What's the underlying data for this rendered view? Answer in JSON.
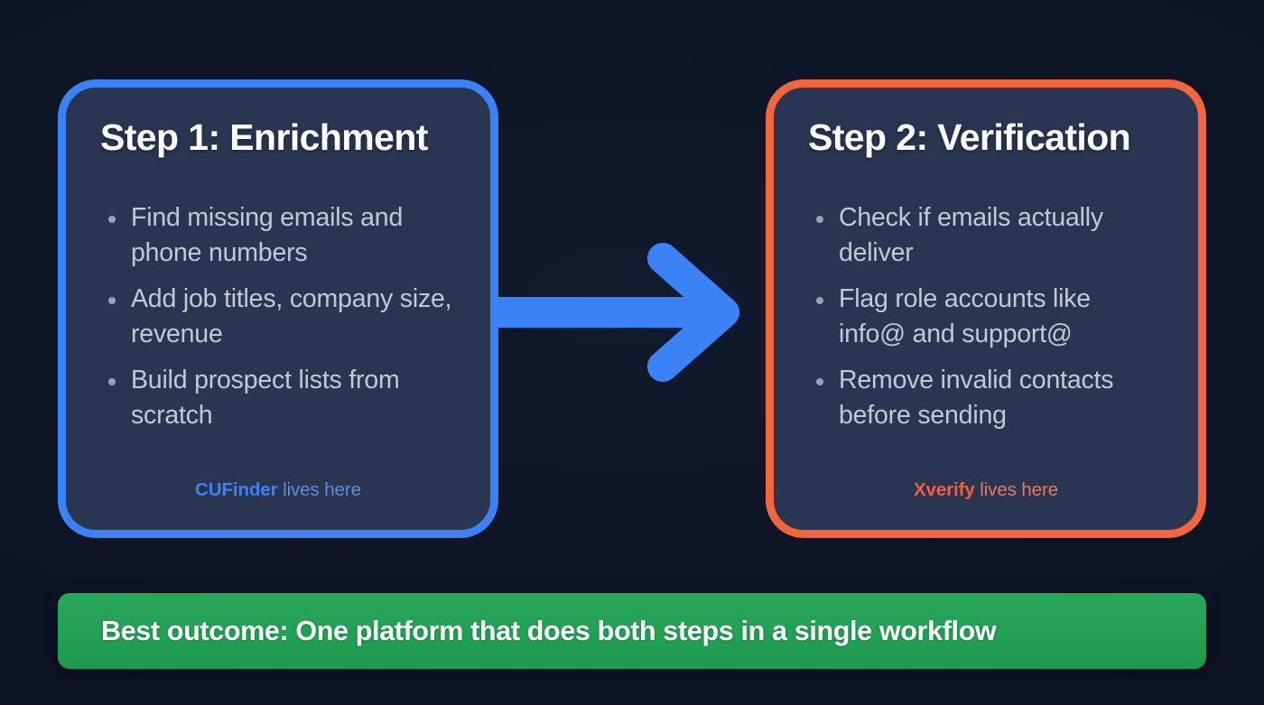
{
  "background": {
    "color": "#0d1424"
  },
  "cards": [
    {
      "id": "enrichment",
      "title": "Step 1: Enrichment",
      "accent_color": "#3b82f6",
      "bullets": [
        "Find missing emails and phone numbers",
        "Add job titles, company size, revenue",
        "Build prospect lists from scratch"
      ],
      "footer_brand": "CUFinder",
      "footer_tail": " lives here"
    },
    {
      "id": "verification",
      "title": "Step 2: Verification",
      "accent_color": "#f4653f",
      "bullets": [
        "Check if emails actually deliver",
        "Flag role accounts like info@ and support@",
        "Remove invalid contacts before sending"
      ],
      "footer_brand": "Xverify",
      "footer_tail": " lives here"
    }
  ],
  "arrow": {
    "name": "right-arrow",
    "color": "#3b82f6",
    "direction": "right"
  },
  "outcome": {
    "text": "Best outcome: One platform that does both steps in a single workflow",
    "color": "#22a154"
  }
}
